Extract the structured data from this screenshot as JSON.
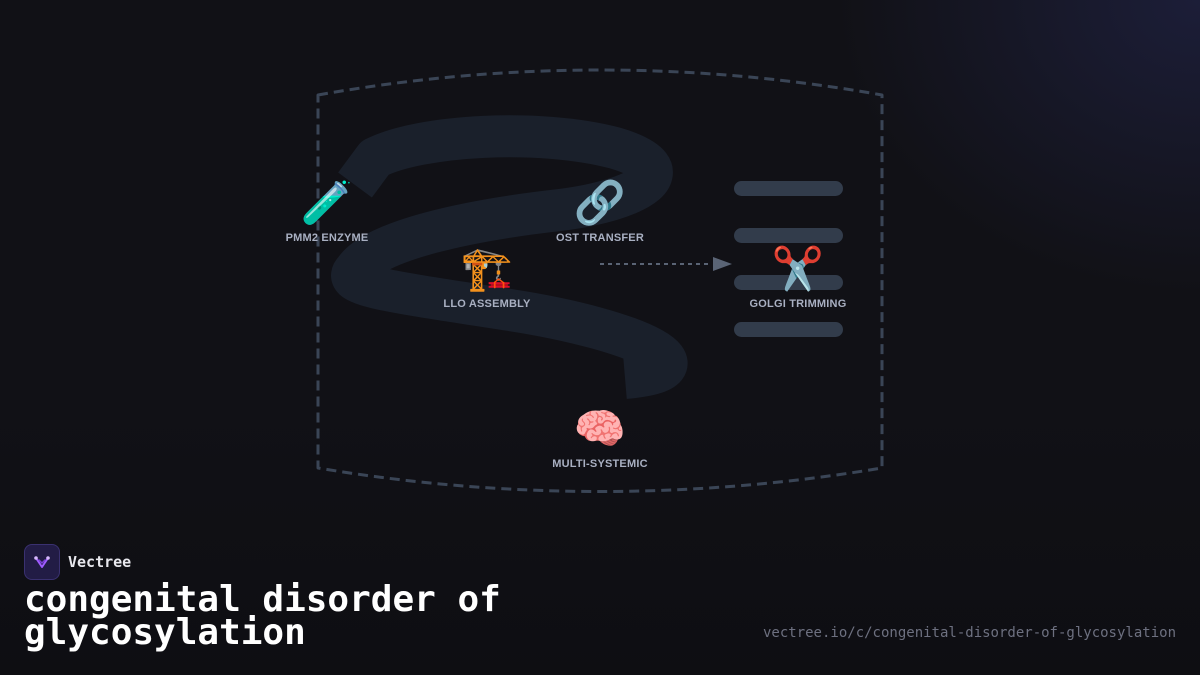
{
  "diagram": {
    "nodes": [
      {
        "id": "pmm2",
        "icon": "🧪",
        "icon_name": "test-tube-icon",
        "label": "PMM2 ENZYME"
      },
      {
        "id": "llo",
        "icon": "🏗️",
        "icon_name": "crane-icon",
        "label": "LLO ASSEMBLY"
      },
      {
        "id": "ost",
        "icon": "🔗",
        "icon_name": "link-icon",
        "label": "OST TRANSFER"
      },
      {
        "id": "golgi",
        "icon": "✂️",
        "icon_name": "scissors-icon",
        "label": "GOLGI TRIMMING"
      },
      {
        "id": "multi",
        "icon": "🧠",
        "icon_name": "brain-icon",
        "label": "MULTI-SYSTEMIC"
      }
    ],
    "colors": {
      "background": "#111116",
      "outline": "#3a4556",
      "ribbon": "#1a202b",
      "golgi_bars": "#323c4b",
      "arrow": "#5a6475",
      "label": "#a9b0c2"
    }
  },
  "brand": {
    "name": "Vectree",
    "logo_icon": "vectree-logo-icon",
    "accent": "#a05cff"
  },
  "title": "congenital disorder of glycosylation",
  "url": "vectree.io/c/congenital-disorder-of-glycosylation"
}
